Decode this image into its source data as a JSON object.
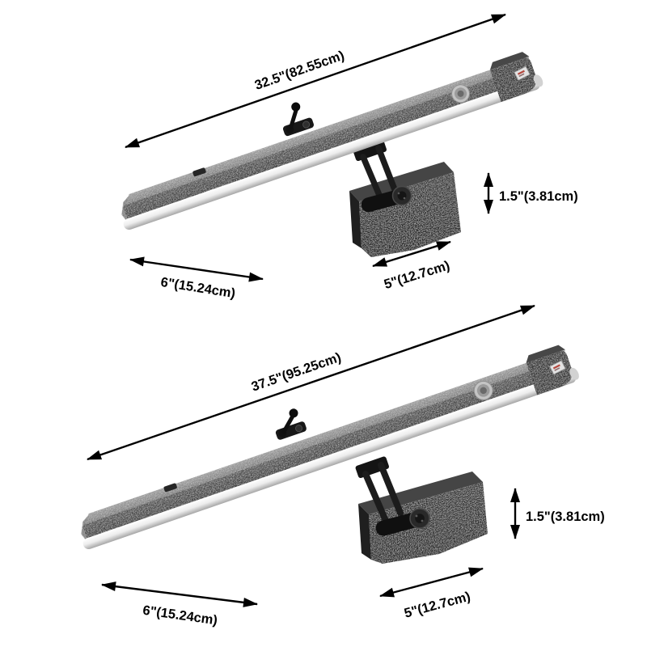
{
  "diagram": {
    "background": "#ffffff",
    "variants": [
      {
        "overall_length": "32.5\"(82.55cm)",
        "mount_height": "1.5\"(3.81cm)",
        "mount_width": "5\"(12.7cm)",
        "head_width": "6\"(15.24cm)"
      },
      {
        "overall_length": "37.5\"(95.25cm)",
        "mount_height": "1.5\"(3.81cm)",
        "mount_width": "5\"(12.7cm)",
        "head_width": "6\"(15.24cm)"
      }
    ],
    "colors": {
      "annotation": "#000000",
      "bar_top": "#8d8d8d",
      "bar_front": "#424242",
      "diffuser": "#f0f0f0",
      "hardware": "#1a1a1a",
      "wall_plate": "#2e2e2e",
      "label_sticker": "#e3e3e3",
      "label_mark": "#b5493f"
    }
  }
}
